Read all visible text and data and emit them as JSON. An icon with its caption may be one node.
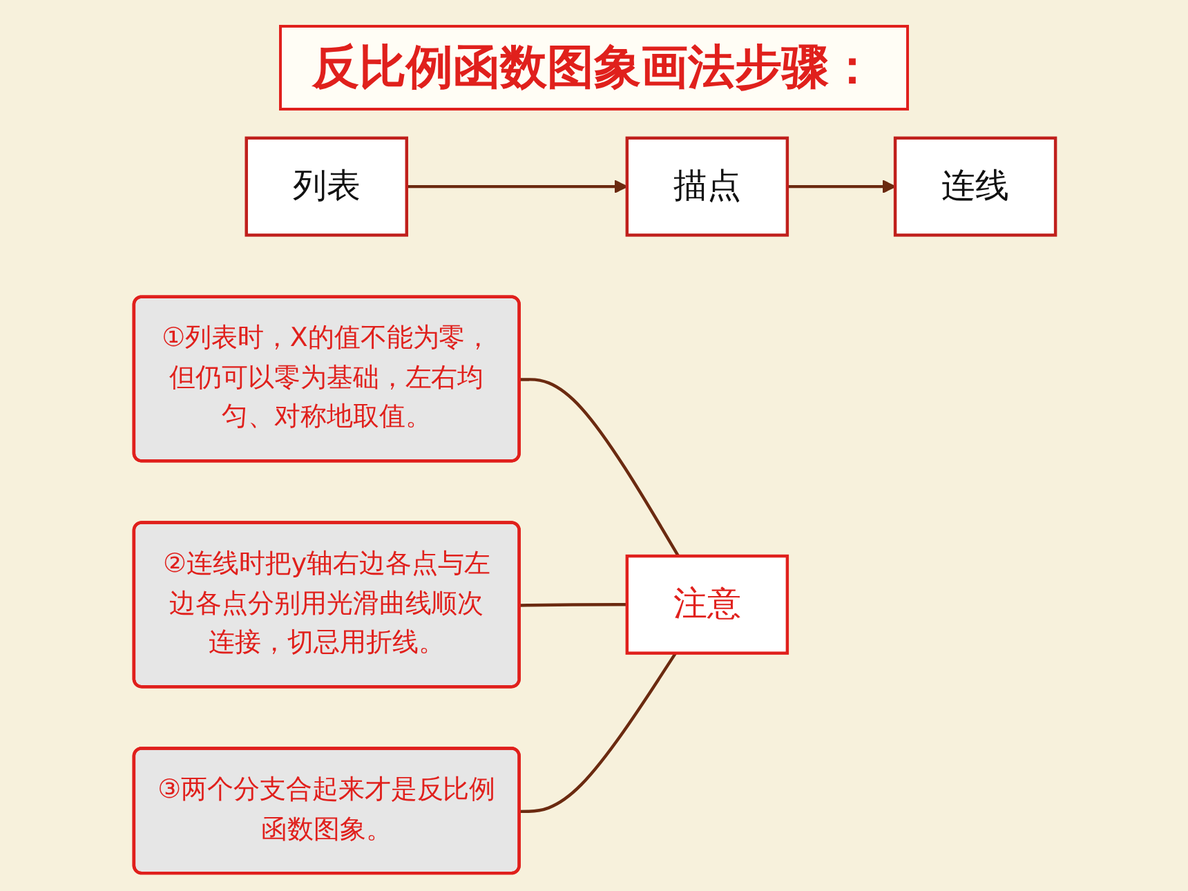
{
  "diagram": {
    "title": "反比例函数图象画法步骤：",
    "nodes": [
      {
        "text": [
          "列表"
        ]
      },
      {
        "text": [
          "描点"
        ]
      },
      {
        "text": [
          "连线"
        ]
      },
      {
        "text": [
          "注意"
        ]
      },
      {
        "text": [
          "①列表时，X的值不能为零，但仍可以零为基础，左右均匀、对称地取值。"
        ]
      },
      {
        "text": [
          "②连线时把y轴右边各点与左边各点分别用光滑曲线顺次连接，切忌用折线。"
        ]
      },
      {
        "text": [
          "③两个分支合起来才是反比例函数图象。"
        ]
      }
    ],
    "edges": [
      {
        "from": 0,
        "to": 1,
        "arrow": "to"
      },
      {
        "from": 1,
        "to": 2,
        "arrow": "to"
      },
      {
        "from": 4,
        "to": 3,
        "arrow": "none"
      },
      {
        "from": 5,
        "to": 3,
        "arrow": "none"
      },
      {
        "from": 6,
        "to": 3,
        "arrow": "none"
      }
    ]
  }
}
